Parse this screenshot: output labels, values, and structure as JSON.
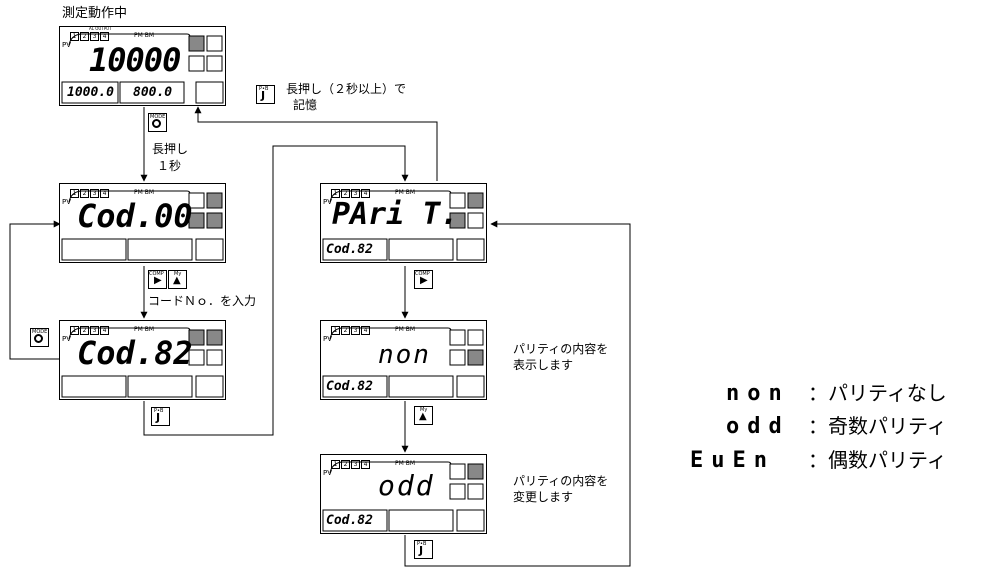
{
  "status_label": "測定動作中",
  "device": {
    "pv": "PV",
    "led_header": "AL OUTPUT",
    "led_nums": [
      "1",
      "2",
      "3",
      "4"
    ],
    "pm_bm": "PM BM"
  },
  "keys": {
    "mode": "MODE",
    "comp": "COMP",
    "my": "My",
    "enter": "P•B"
  },
  "displays": {
    "d1": {
      "main": "10000",
      "sub_left": "1000.0",
      "sub_right": "800.0"
    },
    "d2": {
      "main": "Cod.00"
    },
    "d3": {
      "main": "Cod.82"
    },
    "d4": {
      "main": "PAri T.",
      "sub_left": "Cod.82"
    },
    "d5": {
      "main": "non",
      "sub_left": "Cod.82"
    },
    "d6": {
      "main": "odd",
      "sub_left": "Cod.82"
    }
  },
  "annotations": {
    "long_press_a": "長押し",
    "long_press_b": "１秒",
    "enter_code": "コードＮｏ．を入力",
    "store_a": "長押し（２秒以上）で",
    "store_b": "記憶",
    "show_a": "パリティの内容を",
    "show_b": "表示します",
    "change_a": "パリティの内容を",
    "change_b": "変更します"
  },
  "legend": [
    {
      "code": "non",
      "desc": "：パリティなし"
    },
    {
      "code": "odd",
      "desc": "：奇数パリティ"
    },
    {
      "code": "EuEn",
      "desc": "：偶数パリティ"
    }
  ]
}
